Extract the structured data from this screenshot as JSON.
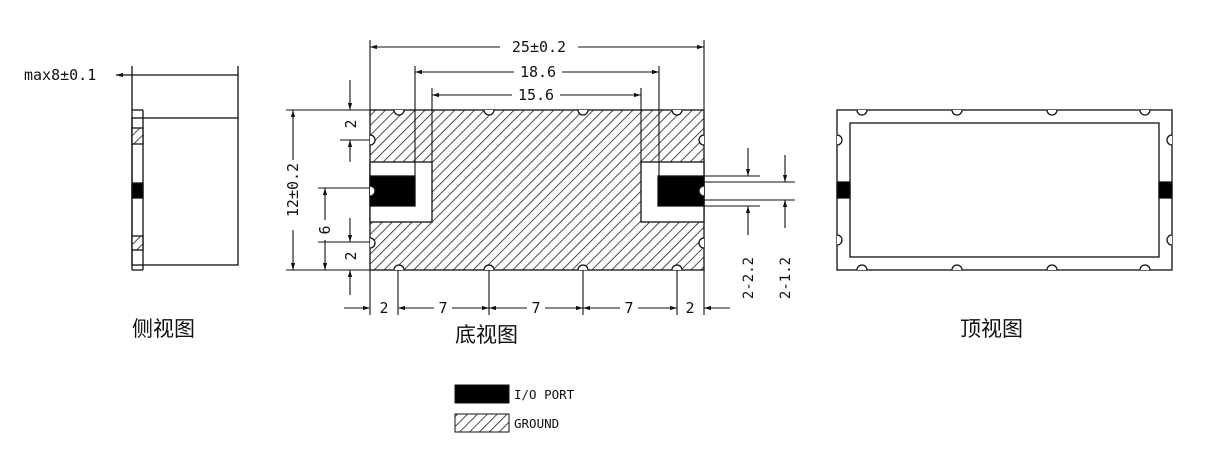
{
  "colors": {
    "line": "#111111",
    "fill": "#000000",
    "hatch": "#222222",
    "background": "#ffffff"
  },
  "dimensions": {
    "height": "max8±0.1",
    "length": "25±0.2",
    "inner1": "18.6",
    "inner2": "15.6",
    "width": "12±0.2",
    "edge_top": "2",
    "port_pitch": "6",
    "edge_bottom": "2",
    "seg1": "2",
    "seg2": "7",
    "seg3": "7",
    "seg4": "7",
    "seg5": "2",
    "port_a": "2-2.2",
    "port_b": "2-1.2"
  },
  "captions": {
    "side": "侧视图",
    "bottom": "底视图",
    "top": "顶视图"
  },
  "legend": [
    {
      "label": "I/O PORT",
      "swatch": "solid"
    },
    {
      "label": "GROUND",
      "swatch": "hatch"
    }
  ]
}
